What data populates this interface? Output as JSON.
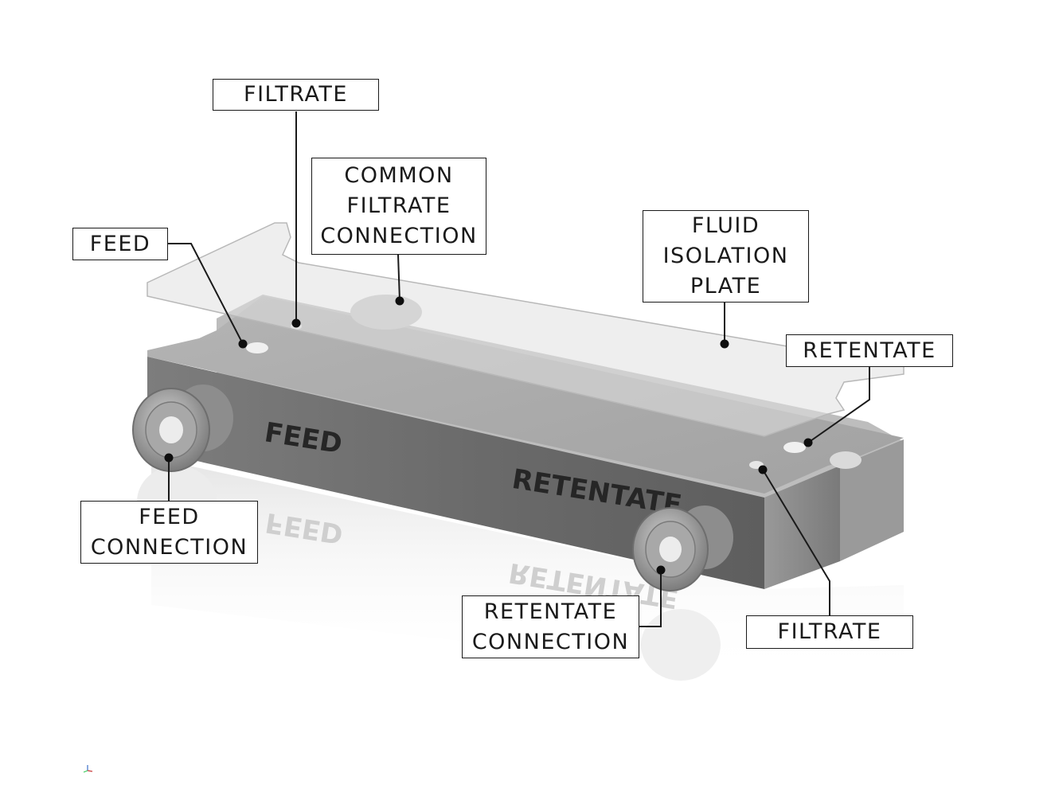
{
  "callouts": {
    "filtrate_top": [
      "FILTRATE"
    ],
    "common_filtrate": [
      "COMMON",
      "FILTRATE",
      "CONNECTION"
    ],
    "feed": [
      "FEED"
    ],
    "fluid_isolation": [
      "FLUID",
      "ISOLATION",
      "PLATE"
    ],
    "retentate": [
      "RETENTATE"
    ],
    "feed_connection": [
      "FEED",
      "CONNECTION"
    ],
    "retentate_connection": [
      "RETENTATE",
      "CONNECTION"
    ],
    "filtrate_bottom": [
      "FILTRATE"
    ]
  },
  "engraving": {
    "feed": "FEED",
    "retentate": "RETENTATE"
  },
  "colors": {
    "block_top": "#a9a9a9",
    "block_front": "#6e6e6e",
    "block_end": "#8c8c8c",
    "plate": "#e3e3e3",
    "leader": "#1a1a1a",
    "text": "#1a1a1a"
  }
}
